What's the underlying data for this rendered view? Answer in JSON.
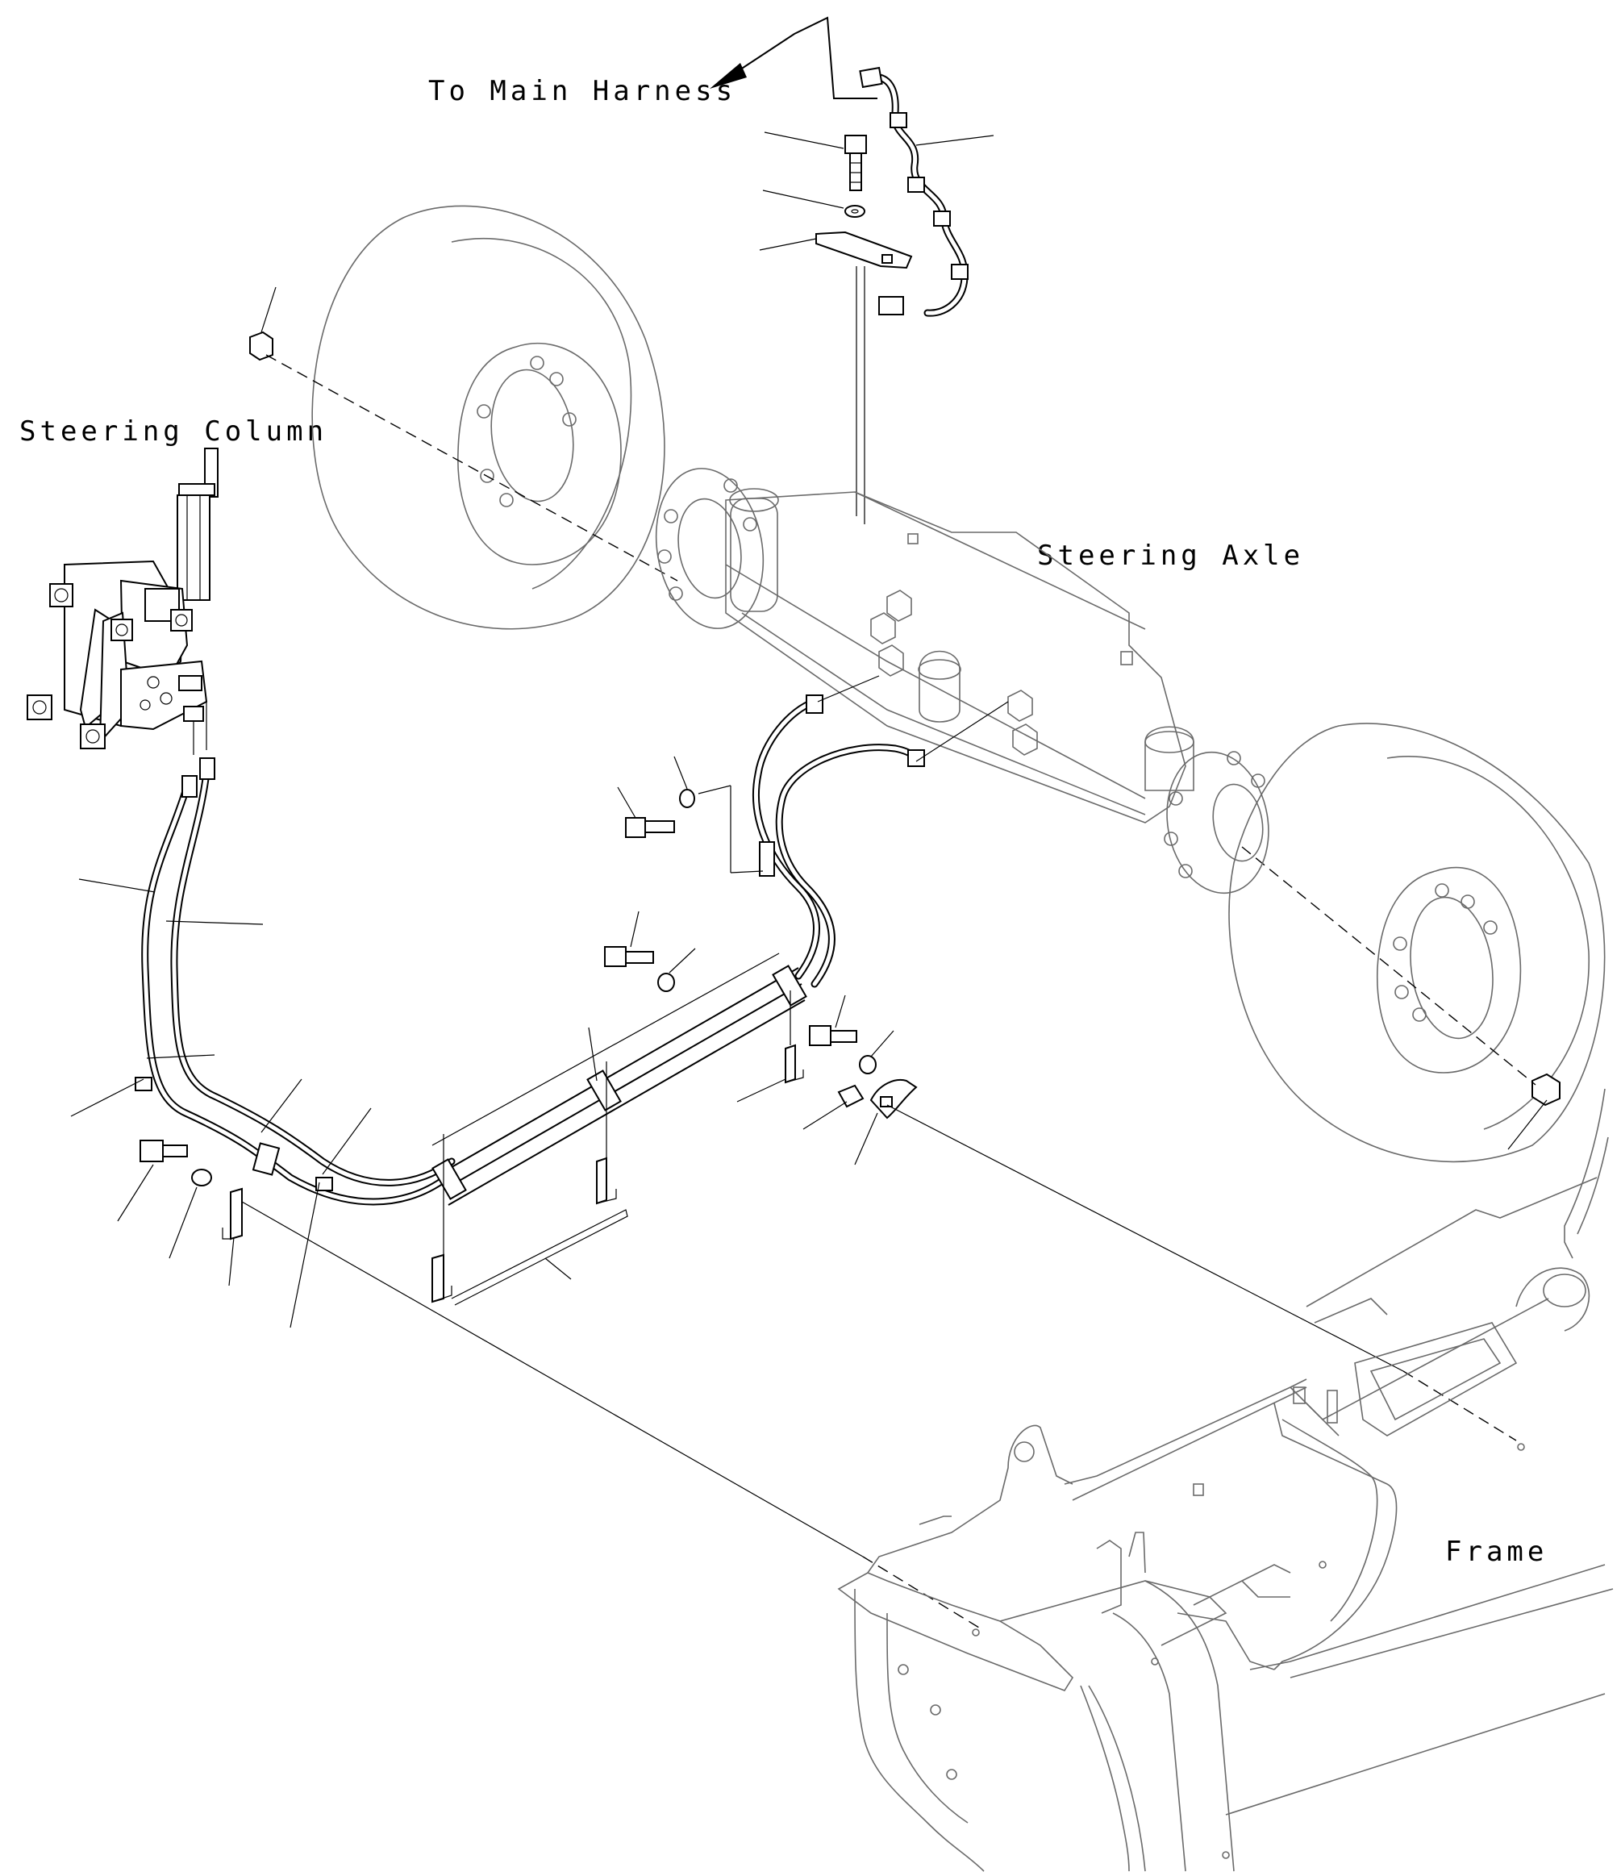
{
  "labels": {
    "main_harness": "To Main Harness",
    "steering_column": "Steering Column",
    "steering_axle": "Steering Axle",
    "frame": "Frame"
  }
}
